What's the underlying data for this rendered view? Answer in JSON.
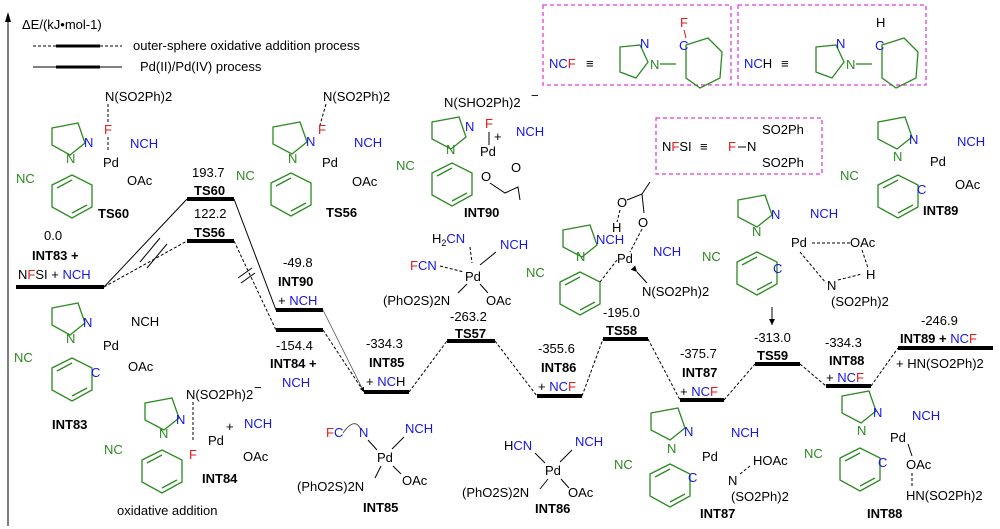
{
  "axis": {
    "label": "ΔE/(kJ•mol-1)"
  },
  "legend": [
    {
      "style": "dashed",
      "label": "outer-sphere oxidative addition process"
    },
    {
      "style": "solid",
      "label": "Pd(II)/Pd(IV)  process"
    }
  ],
  "definitions": [
    {
      "abbr_a": "NC",
      "abbr_b": "F",
      "equiv": "≡",
      "atom": "F"
    },
    {
      "abbr_a": "NC",
      "abbr_b": "H",
      "equiv": "≡",
      "atom": "H"
    },
    {
      "abbr_a": "N",
      "abbr_b": "F",
      "abbr_c": "SI",
      "equiv": "≡",
      "f": "F",
      "n": "N",
      "sub1": "SO2Ph",
      "sub2": "SO2Ph"
    }
  ],
  "levels": [
    {
      "id": "INT83",
      "energy": "0.0",
      "label": "INT83 +",
      "extra_a": "N",
      "extra_b": "F",
      "extra_c": "SI + ",
      "extra_d": "NCH"
    },
    {
      "id": "TS60",
      "energy": "193.7",
      "label": "TS60"
    },
    {
      "id": "TS56",
      "energy": "122.2",
      "label": "TS56"
    },
    {
      "id": "INT90",
      "energy": "-49.8",
      "label": "INT90",
      "plus": "+ ",
      "partner": "NCH"
    },
    {
      "id": "INT84",
      "energy": "-154.4",
      "label": "INT84 +",
      "partner": "NCH"
    },
    {
      "id": "INT85",
      "energy": "-334.3",
      "label": "INT85",
      "plus": "+ ",
      "partner": "NC",
      "partner_end": "H"
    },
    {
      "id": "TS57",
      "energy": "-263.2",
      "label": "TS57"
    },
    {
      "id": "INT86",
      "energy": "-355.6",
      "label": "INT86",
      "plus": "+ ",
      "partner": "NC",
      "partner_end": "F"
    },
    {
      "id": "TS58",
      "energy": "-195.0",
      "label": "TS58"
    },
    {
      "id": "INT87",
      "energy": "-375.7",
      "label": "INT87",
      "plus": "+ ",
      "partner": "NC",
      "partner_end": "F"
    },
    {
      "id": "TS59",
      "energy": "-313.0",
      "label": "TS59"
    },
    {
      "id": "INT88",
      "energy": "-334.3",
      "label": "INT88",
      "plus": "+ ",
      "partner": "NC",
      "partner_end": "F"
    },
    {
      "id": "INT89",
      "energy": "-246.9",
      "label": "INT89 + ",
      "partner": "NC",
      "partner_end": "F",
      "extra": "+ HN(SO2Ph)2"
    }
  ],
  "structures": {
    "TS60": {
      "name": "TS60",
      "top": "N(SO2Ph)2",
      "f": "F",
      "nch": "NCH",
      "pd": "Pd",
      "oac": "OAc",
      "nc": "NC",
      "n": "N"
    },
    "TS56": {
      "name": "TS56",
      "top": "N(SO2Ph)2",
      "f": "F",
      "nch": "NCH",
      "pd": "Pd",
      "oac": "OAc",
      "nc": "NC",
      "n": "N"
    },
    "INT90": {
      "name": "INT90",
      "top": "N(SHO2Ph)2",
      "charge_neg": "−",
      "charge_pos": "+",
      "f": "F",
      "nch": "NCH",
      "pd": "Pd",
      "o": "O",
      "nc": "NC",
      "n": "N"
    },
    "TS57": {
      "h2cn": "H2CN",
      "fcn_f": "F",
      "fcn_cn": "CN",
      "nch": "NCH",
      "pd": "Pd",
      "n": "(PhO2S)2N",
      "oac": "OAc"
    },
    "TS58": {
      "nch": "NCH",
      "pd": "Pd",
      "n": "N(SO2Ph)2",
      "h": "H",
      "o": "O",
      "nc": "NC"
    },
    "TS59": {
      "nch": "NCH",
      "pd": "Pd",
      "oac": "OAc",
      "h": "H",
      "n": "N",
      "so2": "(SO2Ph)2",
      "c": "C",
      "nc": "NC"
    },
    "INT89": {
      "name": "INT89",
      "nch": "NCH",
      "pd": "Pd",
      "oac": "OAc",
      "c": "C",
      "nc": "NC"
    },
    "INT83": {
      "name": "INT83",
      "nch": "NCH",
      "pd": "Pd",
      "oac": "OAc",
      "c": "C",
      "nc": "NC"
    },
    "INT84": {
      "name": "INT84",
      "top": "N(SO2Ph)2",
      "charge_neg": "−",
      "charge_pos": "+",
      "f": "F",
      "nch": "NCH",
      "pd": "Pd",
      "oac": "OAc",
      "nc": "NC",
      "caption": "oxidative addition"
    },
    "INT85": {
      "name": "INT85",
      "fc_f": "F",
      "fc_c": "C",
      "n": "N",
      "nch": "NCH",
      "pd": "Pd",
      "n2": "(PhO2S)2N",
      "oac": "OAc"
    },
    "INT86": {
      "name": "INT86",
      "hcn_h": "H",
      "hcn_cn": "CN",
      "nch": "NCH",
      "pd": "Pd",
      "n2": "(PhO2S)2N",
      "oac": "OAc"
    },
    "INT87": {
      "name": "INT87",
      "nch": "NCH",
      "pd": "Pd",
      "hoac": "HOAc",
      "n": "N",
      "so2": "(SO2Ph)2",
      "c": "C",
      "nc": "NC"
    },
    "INT88": {
      "name": "INT88",
      "nch": "NCH",
      "pd": "Pd",
      "oac": "OAc",
      "hn": "HN(SO2Ph)2",
      "c": "C",
      "nc": "NC"
    }
  }
}
